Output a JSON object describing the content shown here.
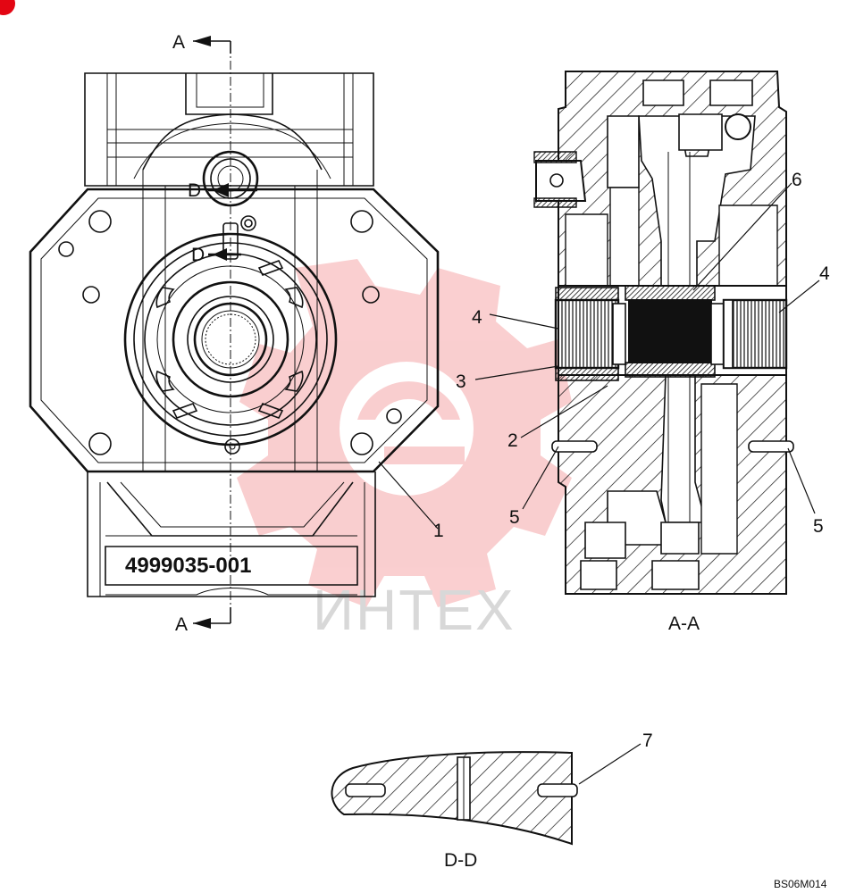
{
  "part_number": "4999035-001",
  "drawing_code": "BS06M014",
  "watermark": "ИНТЕХ",
  "section_labels": {
    "aa": "A-A",
    "dd": "D-D"
  },
  "cut_markers": {
    "a_top": "A",
    "a_bottom": "A",
    "d_upper": "D",
    "d_lower": "D"
  },
  "callouts": {
    "c1": "1",
    "c2": "2",
    "c3": "3",
    "c4_left": "4",
    "c4_right": "4",
    "c5_left": "5",
    "c5_right": "5",
    "c6": "6",
    "c7": "7"
  },
  "colors": {
    "line": "#111111",
    "watermark": "#e8262b",
    "corner_badge": "#e30613"
  }
}
